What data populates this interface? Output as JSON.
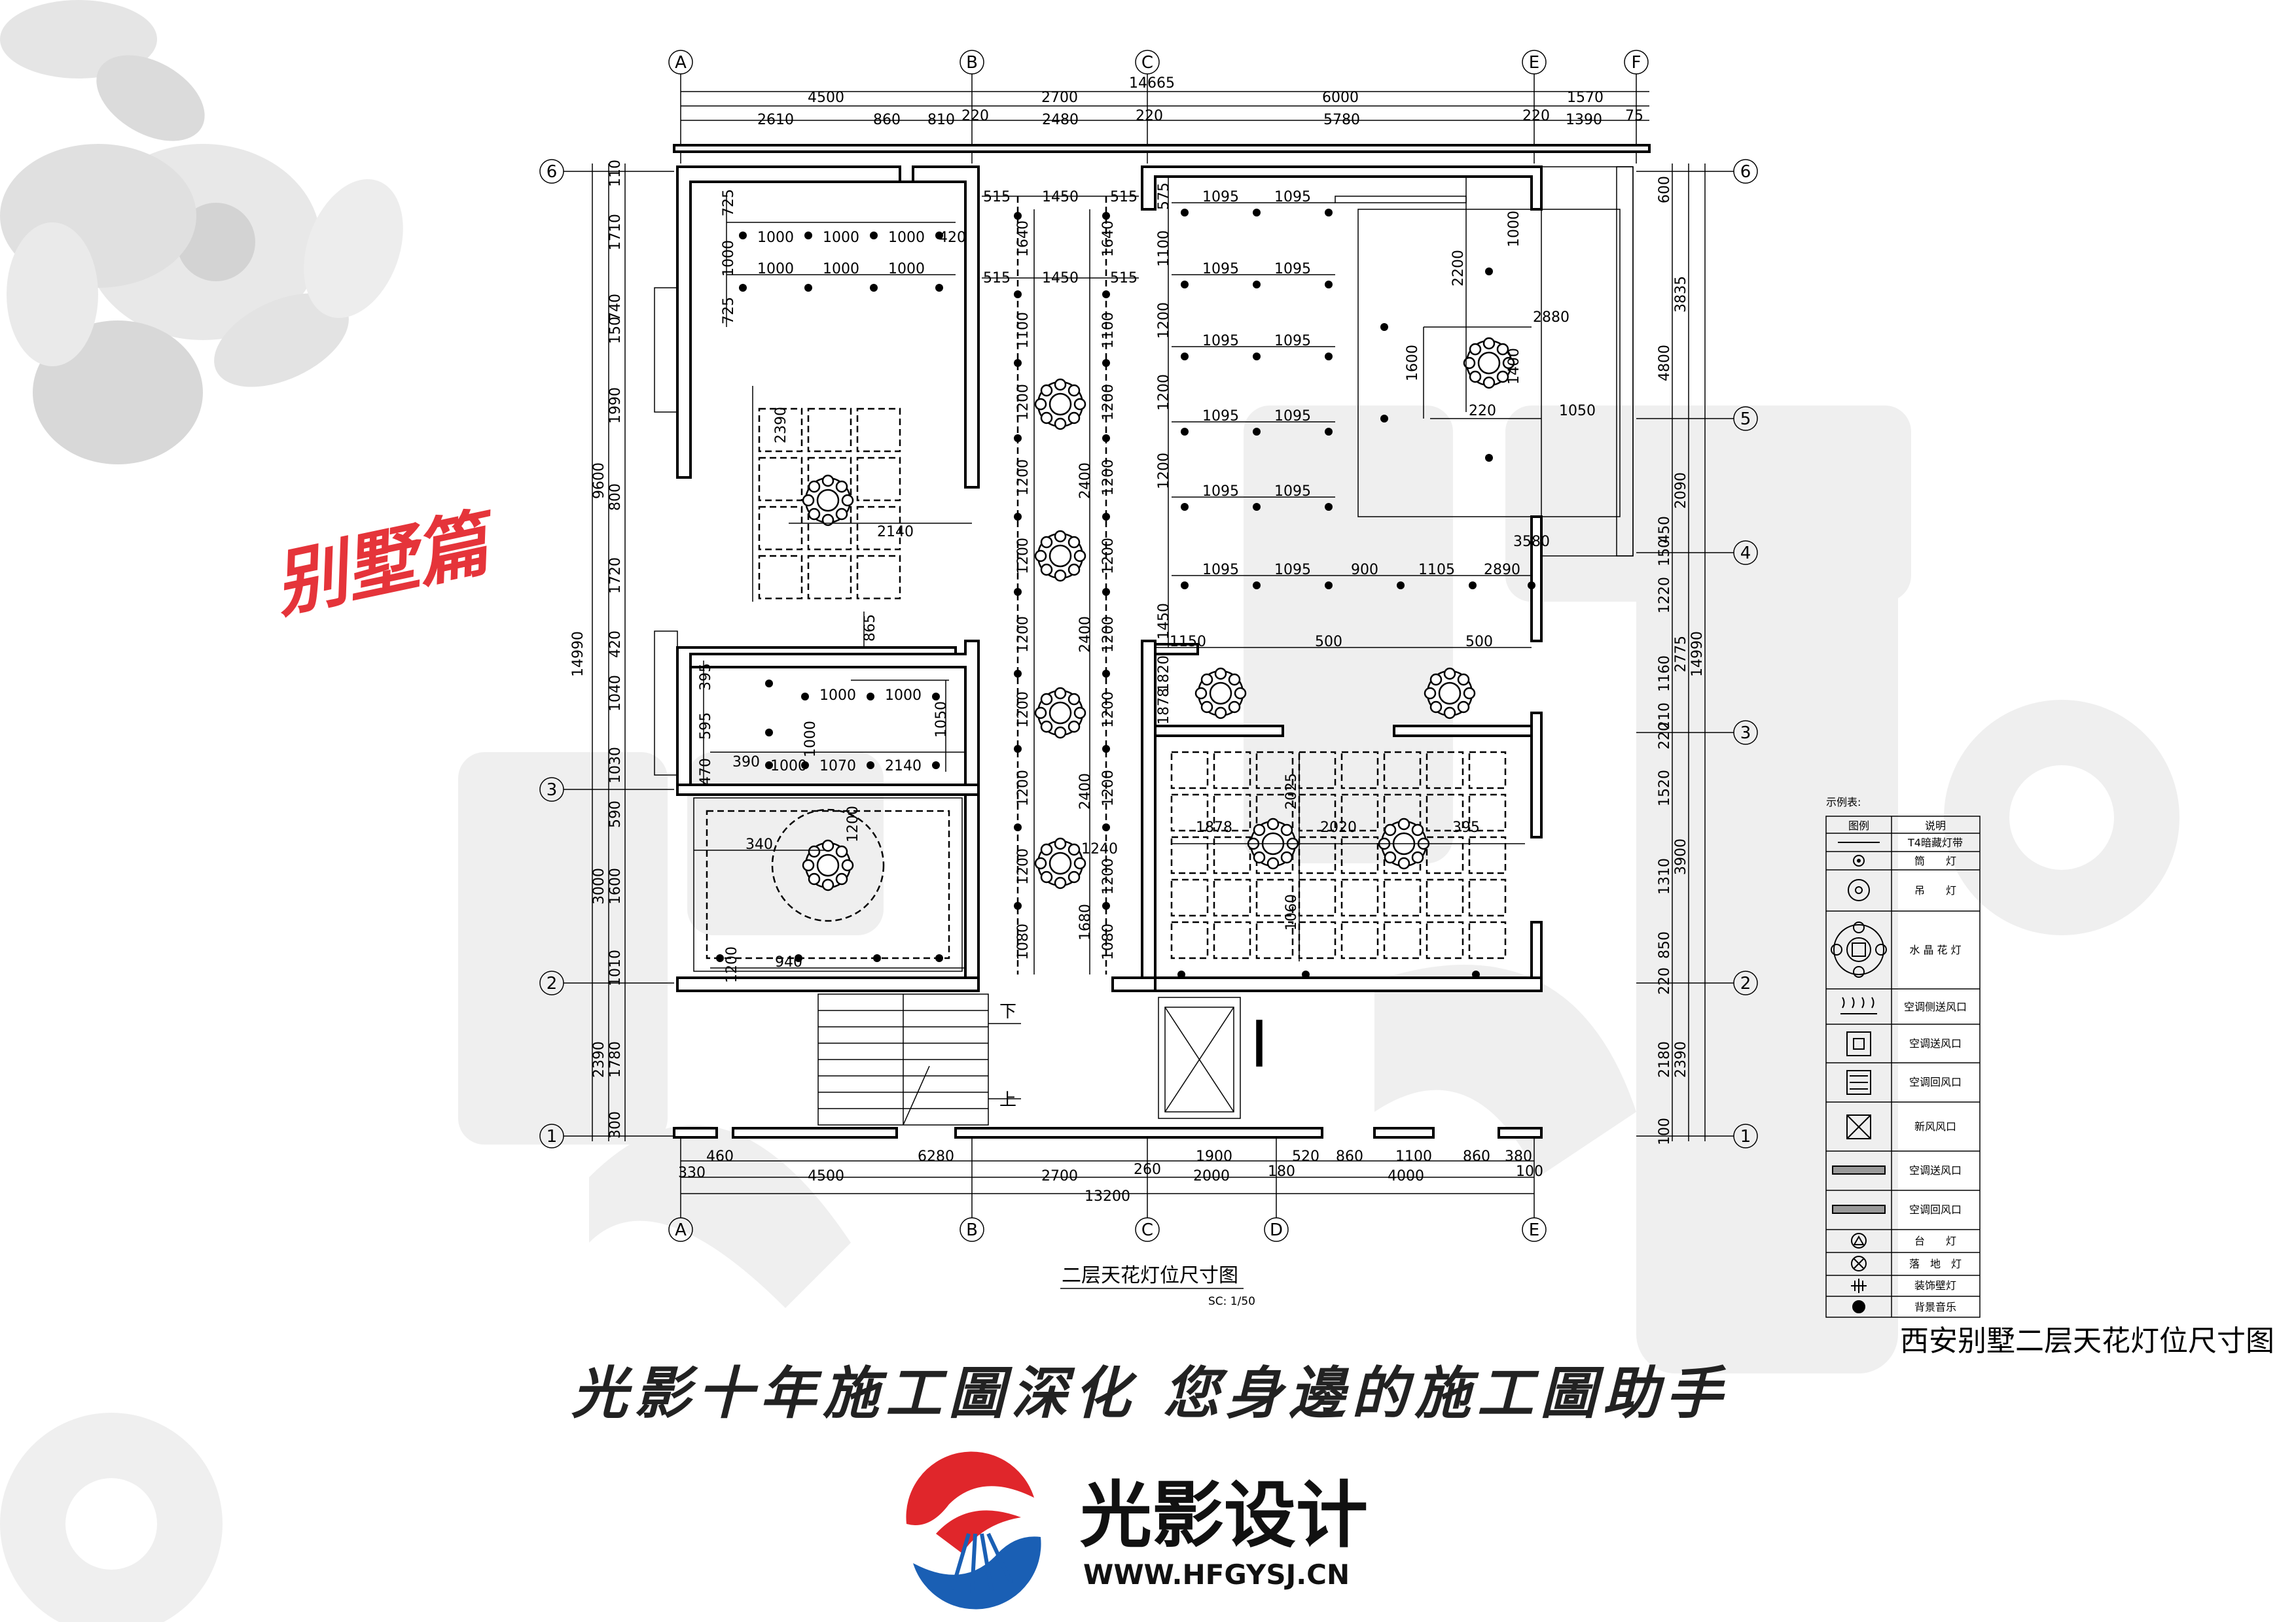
{
  "section_tag": "别墅篇",
  "drawing": {
    "title": "二层天花灯位尺寸图",
    "scale": "SC: 1/50",
    "caption": "西安别墅二层天花灯位尺寸图"
  },
  "slogan": "光影十年施工圖深化 您身邊的施工圖助手",
  "brand": {
    "name": "光影设计",
    "url": "WWW.HFGYSJ.CN",
    "color_red": "#e0262b",
    "color_blue": "#1a5fb4"
  },
  "accent_red": "#e5343a",
  "axes": {
    "columns": [
      "A",
      "B",
      "C",
      "D",
      "E",
      "F"
    ],
    "rows": [
      "1",
      "2",
      "3",
      "4",
      "5",
      "6"
    ]
  },
  "dims": {
    "top_total": "14665",
    "top_row1": [
      "4500",
      "2700",
      "6000",
      "1570"
    ],
    "top_row2": [
      "2610",
      "860",
      "810",
      "220",
      "2480",
      "220",
      "5780",
      "220",
      "1390",
      "75"
    ],
    "bottom_total": "13200",
    "bottom_row1": [
      "330",
      "460",
      "6280",
      "260",
      "1900",
      "520",
      "860",
      "1100",
      "860",
      "380"
    ],
    "bottom_row2": [
      "4500",
      "2700",
      "2000",
      "180",
      "4000",
      "100"
    ],
    "left_total": "14990",
    "left_row1": [
      "9600",
      "3000",
      "2390"
    ],
    "left_row2": [
      "110",
      "1710",
      "150",
      "740",
      "1990",
      "800",
      "1720",
      "420",
      "1040",
      "1030",
      "590",
      "1600",
      "1010",
      "1780",
      "300"
    ],
    "right_total": "14990",
    "right_row1": [
      "3835",
      "2090",
      "2775",
      "3900",
      "2390"
    ],
    "right_row2": [
      "600",
      "4800",
      "450",
      "150",
      "1220",
      "1160",
      "210",
      "220",
      "1520",
      "1310",
      "850",
      "220",
      "2180",
      "100"
    ],
    "interior": [
      "725",
      "1000",
      "1000",
      "1000",
      "420",
      "1000",
      "1000",
      "1000",
      "1000",
      "725",
      "2390",
      "2140",
      "865",
      "515",
      "1450",
      "515",
      "1640",
      "1640",
      "515",
      "1450",
      "515",
      "1100",
      "1100",
      "1200",
      "1200",
      "1200",
      "1200",
      "2400",
      "1200",
      "1200",
      "1200",
      "1200",
      "2400",
      "1200",
      "1200",
      "1200",
      "1200",
      "2400",
      "1200",
      "1240",
      "1200",
      "1080",
      "1680",
      "1080",
      "575",
      "1095",
      "1095",
      "1100",
      "1095",
      "1095",
      "1200",
      "1095",
      "1095",
      "1200",
      "1095",
      "1095",
      "1200",
      "1095",
      "1095",
      "1095",
      "1095",
      "900",
      "1105",
      "2890",
      "1450",
      "2200",
      "1000",
      "2880",
      "1600",
      "1400",
      "220",
      "1050",
      "3580",
      "1150",
      "500",
      "500",
      "1820",
      "1878",
      "2025",
      "1878",
      "2020",
      "395",
      "1060",
      "395",
      "595",
      "470",
      "390",
      "1000",
      "1000",
      "1000",
      "1000",
      "1070",
      "2140",
      "1050",
      "340",
      "1200",
      "1200",
      "940"
    ]
  },
  "legend": {
    "heading": "示例表:",
    "col_symbol": "图例",
    "col_desc": "说明",
    "rows": [
      {
        "icon": "line-strip-icon",
        "label": "T4暗藏灯带"
      },
      {
        "icon": "downlight-icon",
        "label": "筒　　灯"
      },
      {
        "icon": "pendant-lamp-icon",
        "label": "吊　　灯"
      },
      {
        "icon": "crystal-chandelier-icon",
        "label": "水 晶 花 灯"
      },
      {
        "icon": "side-supply-vent-icon",
        "label": "空调侧送风口"
      },
      {
        "icon": "supply-vent-icon",
        "label": "空调送风口"
      },
      {
        "icon": "return-vent-icon",
        "label": "空调回风口"
      },
      {
        "icon": "fresh-air-vent-icon",
        "label": "新风风口"
      },
      {
        "icon": "linear-supply-icon",
        "label": "空调送风口"
      },
      {
        "icon": "linear-return-icon",
        "label": "空调回风口"
      },
      {
        "icon": "table-lamp-icon",
        "label": "台　　灯"
      },
      {
        "icon": "floor-lamp-icon",
        "label": "落　地　灯"
      },
      {
        "icon": "wall-lamp-icon",
        "label": "装饰壁灯"
      },
      {
        "icon": "speaker-icon",
        "label": "背景音乐"
      }
    ]
  },
  "floorplan": {
    "stair_labels": [
      "下",
      "上"
    ]
  }
}
